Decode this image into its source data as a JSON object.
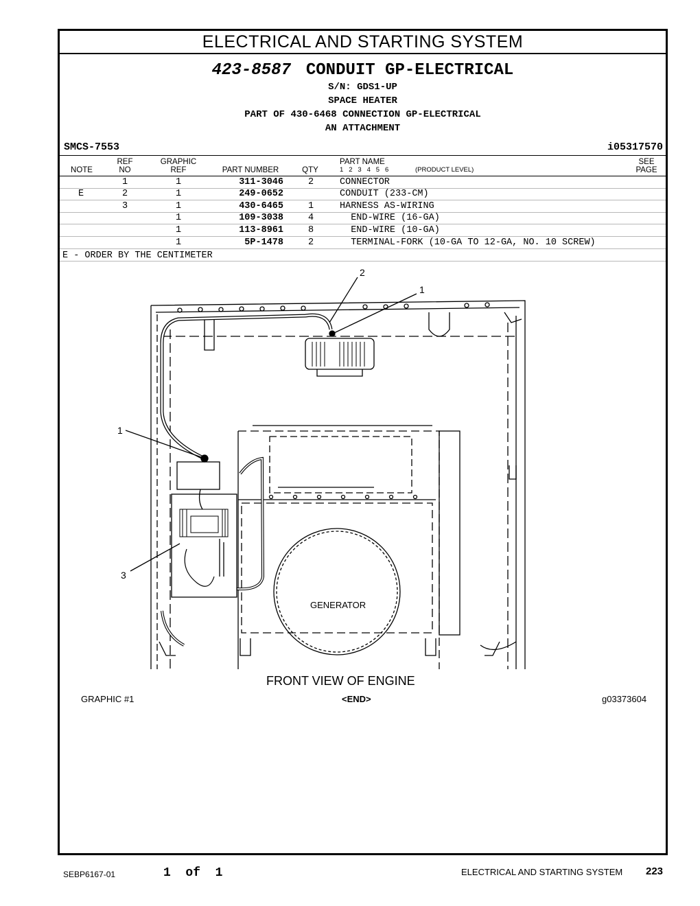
{
  "section_title": "ELECTRICAL AND STARTING SYSTEM",
  "header": {
    "part_number": "423-8587",
    "part_name": "CONDUIT GP-ELECTRICAL",
    "serial": "S/N: GDS1-UP",
    "application": "SPACE HEATER",
    "part_of": "PART OF 430-6468 CONNECTION GP-ELECTRICAL",
    "attachment": "AN ATTACHMENT",
    "smcs": "SMCS-7553",
    "illustration_id": "i05317570"
  },
  "table": {
    "headers": {
      "note": "NOTE",
      "ref_top": "REF",
      "ref_bottom": "NO",
      "graphic_top": "GRAPHIC",
      "graphic_bottom": "REF",
      "part_number": "PART NUMBER",
      "qty": "QTY",
      "part_name": "PART NAME",
      "levels": "1   2   3   4   5   6",
      "product_level": "(PRODUCT LEVEL)",
      "see_top": "SEE",
      "see_bottom": "PAGE"
    },
    "rows": [
      {
        "note": "",
        "ref": "1",
        "graphic": "1",
        "part_number": "311-3046",
        "qty": "2",
        "name": "CONNECTOR"
      },
      {
        "note": "E",
        "ref": "2",
        "graphic": "1",
        "part_number": "249-0652",
        "qty": "",
        "name": "CONDUIT (233-CM)"
      },
      {
        "note": "",
        "ref": "3",
        "graphic": "1",
        "part_number": "430-6465",
        "qty": "1",
        "name": "HARNESS AS-WIRING"
      },
      {
        "note": "",
        "ref": "",
        "graphic": "1",
        "part_number": "109-3038",
        "qty": "4",
        "name": "  END-WIRE (16-GA)"
      },
      {
        "note": "",
        "ref": "",
        "graphic": "1",
        "part_number": "113-8961",
        "qty": "8",
        "name": "  END-WIRE (10-GA)"
      },
      {
        "note": "",
        "ref": "",
        "graphic": "1",
        "part_number": "5P-1478",
        "qty": "2",
        "name": "  TERMINAL-FORK (10-GA TO 12-GA, NO. 10 SCREW)"
      }
    ],
    "note_text": "E - ORDER BY THE CENTIMETER"
  },
  "figure": {
    "callouts": [
      "2",
      "1",
      "1",
      "3"
    ],
    "generator_label": "GENERATOR",
    "view_label": "FRONT VIEW OF ENGINE",
    "graphic_label": "GRAPHIC #1",
    "end_label": "<END>",
    "graphic_id": "g03373604"
  },
  "footer": {
    "doc_number": "SEBP6167-01",
    "page_count": "1  of  1",
    "section": "ELECTRICAL AND STARTING SYSTEM",
    "page": "223"
  }
}
